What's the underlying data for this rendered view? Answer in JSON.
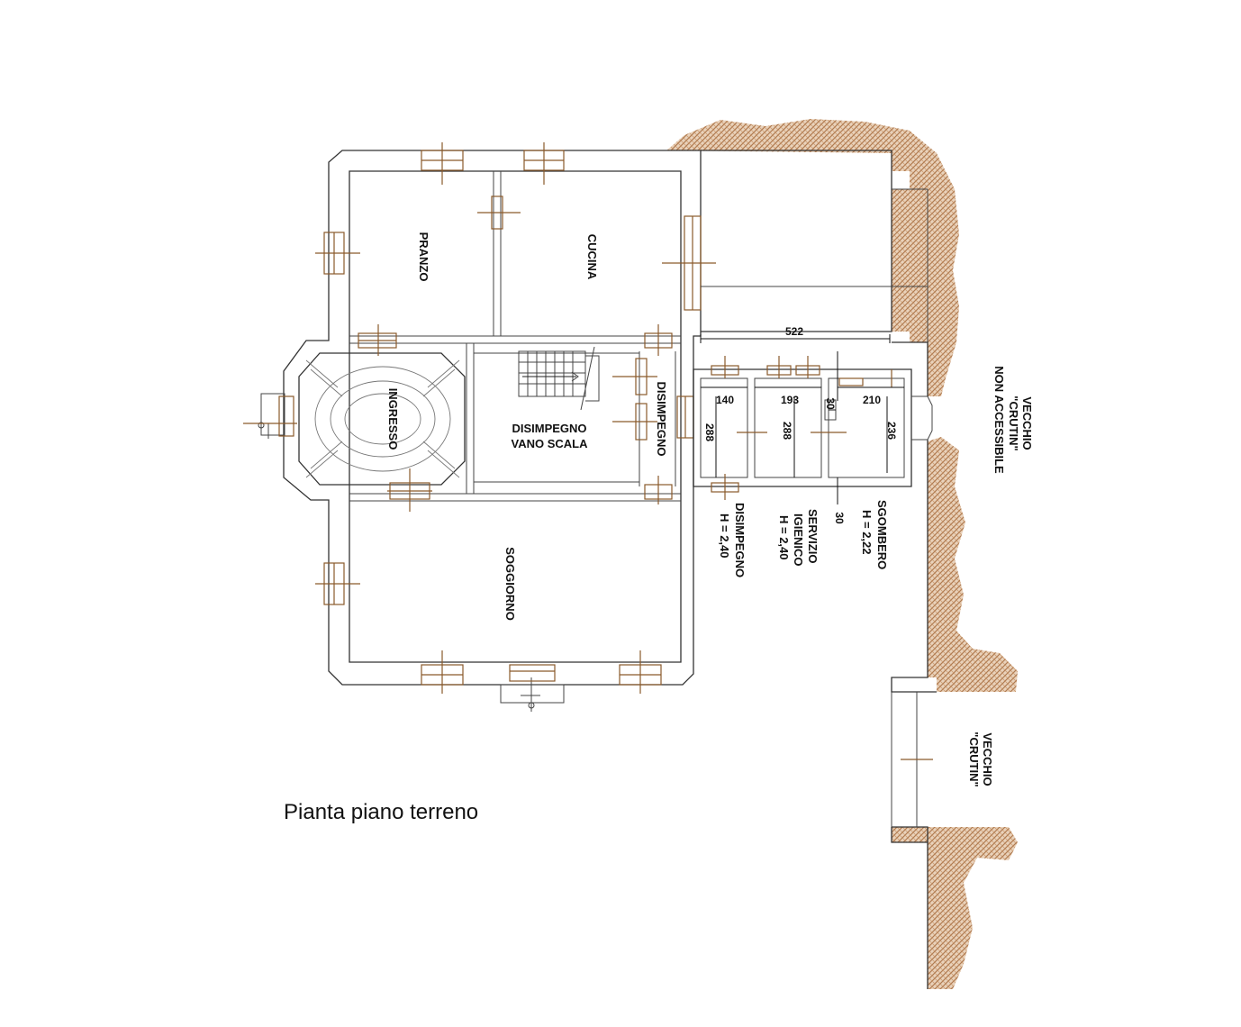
{
  "caption": "Pianta piano terreno",
  "rooms": {
    "pranzo": "PRANZO",
    "cucina": "CUCINA",
    "ingresso": "INGRESSO",
    "disimpegno_vano_scala_1": "DISIMPEGNO",
    "disimpegno_vano_scala_2": "VANO SCALA",
    "disimpegno_small": "DISIMPEGNO",
    "soggiorno": "SOGGIORNO"
  },
  "annex": {
    "disimpegno": {
      "name": "DISIMPEGNO",
      "height": "H = 2,40"
    },
    "servizio": {
      "name1": "SERVIZIO",
      "name2": "IGIENICO",
      "height": "H = 2,40"
    },
    "sgombero": {
      "name": "SGOMBERO",
      "height": "H = 2,22"
    }
  },
  "dimensions": {
    "d522": "522",
    "d140": "140",
    "d193": "193",
    "d30a": "30",
    "d210": "210",
    "d288a": "288",
    "d288b": "288",
    "d236": "236",
    "d30b": "30"
  },
  "notes": {
    "crutin_top_1": "VECCHIO",
    "crutin_top_2": "\"CRUTIN\"",
    "crutin_top_3": "NON ACCESSIBILE",
    "crutin_bottom_1": "VECCHIO",
    "crutin_bottom_2": "\"CRUTIN\""
  },
  "colors": {
    "hatch": "#c9a27e",
    "window": "#8a5a2b",
    "wall": "#333333"
  }
}
